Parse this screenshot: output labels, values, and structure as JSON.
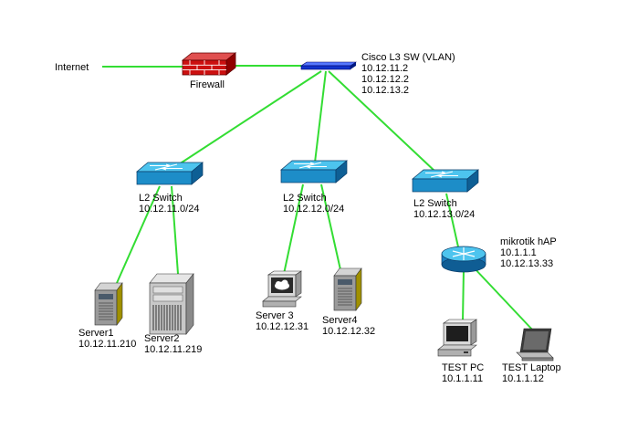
{
  "link_color": "#33dd33",
  "nodes": {
    "internet": {
      "label": "Internet"
    },
    "firewall": {
      "label": "Firewall"
    },
    "core_switch": {
      "label": "Cisco L3 SW (VLAN)",
      "ips": [
        "10.12.11.2",
        "10.12.12.2",
        "10.12.13.2"
      ]
    },
    "switch1": {
      "label": "L2 Switch",
      "subnet": "10.12.11.0/24"
    },
    "switch2": {
      "label": "L2 Switch",
      "subnet": "10.12.12.0/24"
    },
    "switch3": {
      "label": "L2 Switch",
      "subnet": "10.12.13.0/24"
    },
    "router": {
      "label": "mikrotik hAP",
      "ips": [
        "10.1.1.1",
        "10.12.13.33"
      ]
    },
    "server1": {
      "label": "Server1",
      "ip": "10.12.11.210"
    },
    "server2": {
      "label": "Server2",
      "ip": "10.12.11.219"
    },
    "server3": {
      "label": "Server 3",
      "ip": "10.12.12.31"
    },
    "server4": {
      "label": "Server4",
      "ip": "10.12.12.32"
    },
    "test_pc": {
      "label": "TEST PC",
      "ip": "10.1.1.11"
    },
    "test_laptop": {
      "label": "TEST Laptop",
      "ip": "10.1.1.12"
    }
  }
}
